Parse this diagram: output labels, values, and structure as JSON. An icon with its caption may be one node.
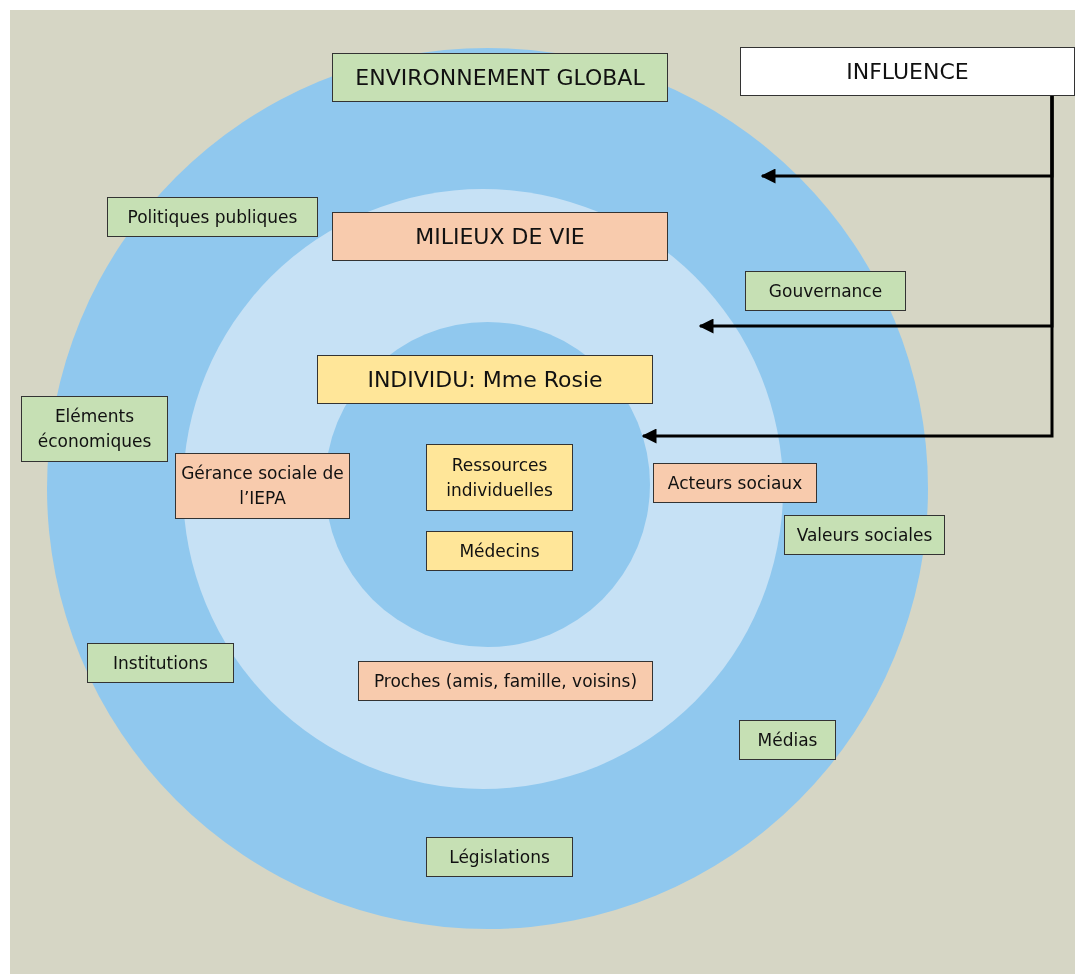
{
  "diagram": {
    "nodes": [
      {
        "text": [],
        "shape": "circle"
      },
      {
        "text": [],
        "shape": "circle",
        "in": 0
      },
      {
        "text": [],
        "shape": "circle",
        "in": 1
      },
      {
        "text": [
          "ENVIRONNEMENT GLOBAL"
        ],
        "in": 0
      },
      {
        "text": [
          "INFLUENCE"
        ]
      },
      {
        "text": [
          "MILIEUX DE VIE"
        ],
        "in": 1
      },
      {
        "text": [
          "INDIVIDU: Mme Rosie"
        ],
        "in": 2
      },
      {
        "text": [
          "Politiques publiques"
        ],
        "in": 0
      },
      {
        "text": [
          "Gouvernance"
        ],
        "in": 0
      },
      {
        "text": [
          "Eléments économiques"
        ]
      },
      {
        "text": [
          "Ressources individuelles"
        ],
        "in": 2
      },
      {
        "text": [
          "Gérance sociale de l’IEPA"
        ],
        "in": 1
      },
      {
        "text": [
          "Acteurs sociaux"
        ],
        "in": 0
      },
      {
        "text": [
          "Valeurs sociales"
        ]
      },
      {
        "text": [
          "Médecins"
        ],
        "in": 2
      },
      {
        "text": [
          "Institutions"
        ],
        "in": 0
      },
      {
        "text": [
          "Proches (amis, famille, voisins)"
        ],
        "in": 1
      },
      {
        "text": [
          "Médias"
        ],
        "in": 0
      },
      {
        "text": [
          "Législations"
        ],
        "in": 0
      }
    ],
    "edges": [
      {
        "from": 4,
        "to": 0,
        "arrow": "to"
      },
      {
        "from": 4,
        "to": 1,
        "arrow": "to"
      },
      {
        "from": 4,
        "to": 2,
        "arrow": "to"
      }
    ]
  }
}
